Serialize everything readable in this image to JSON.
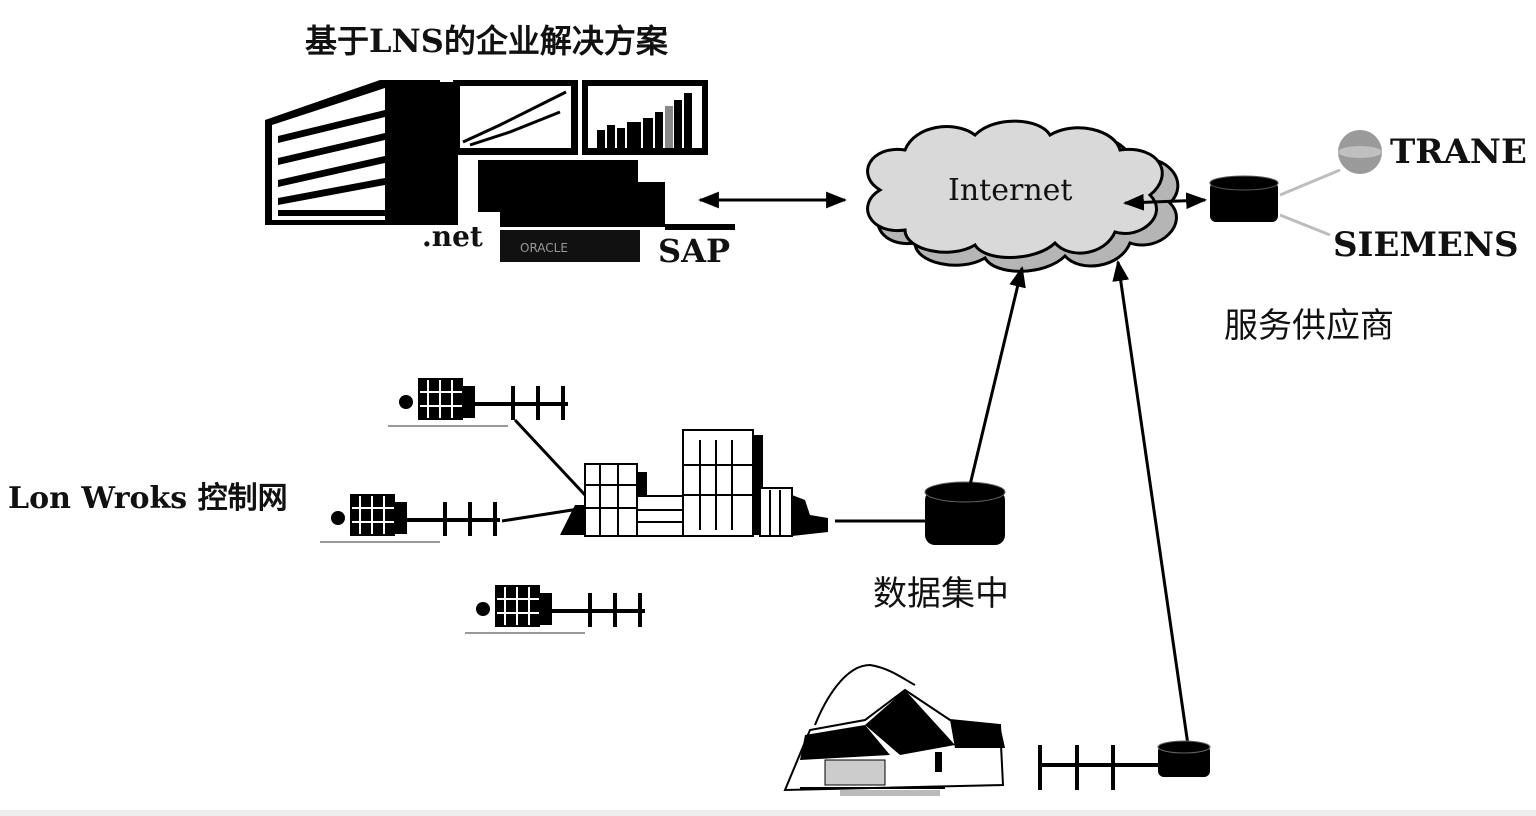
{
  "diagram": {
    "title": "基于LNS的企业解决方案",
    "enterprise": {
      "net_label": ".net",
      "sap_label": "SAP",
      "oracle_label": "ORACLE"
    },
    "internet_label": "Internet",
    "service_provider": {
      "label": "服务供应商",
      "vendors": [
        "TRANE",
        "SIEMENS"
      ]
    },
    "control_network_label": "Lon Wroks 控制网",
    "data_center_label": "数据集中",
    "connections": [
      {
        "from": "enterprise",
        "to": "internet",
        "type": "bidirectional"
      },
      {
        "from": "internet",
        "to": "service-provider-db",
        "type": "bidirectional"
      },
      {
        "from": "data-center-db",
        "to": "internet",
        "type": "arrow"
      },
      {
        "from": "home-db",
        "to": "internet",
        "type": "arrow"
      },
      {
        "from": "campus-buildings",
        "to": "data-center-db",
        "type": "line"
      },
      {
        "from": "lonworks-node-1",
        "to": "campus-buildings",
        "type": "line"
      },
      {
        "from": "lonworks-node-2",
        "to": "campus-buildings",
        "type": "line"
      },
      {
        "from": "house",
        "to": "home-db",
        "type": "bus"
      }
    ],
    "colors": {
      "ink": "#000000",
      "cloud_fill": "#d9d9d9",
      "cloud_shadow": "#b5b5b5",
      "vendor_line": "#bdbdbd"
    }
  }
}
